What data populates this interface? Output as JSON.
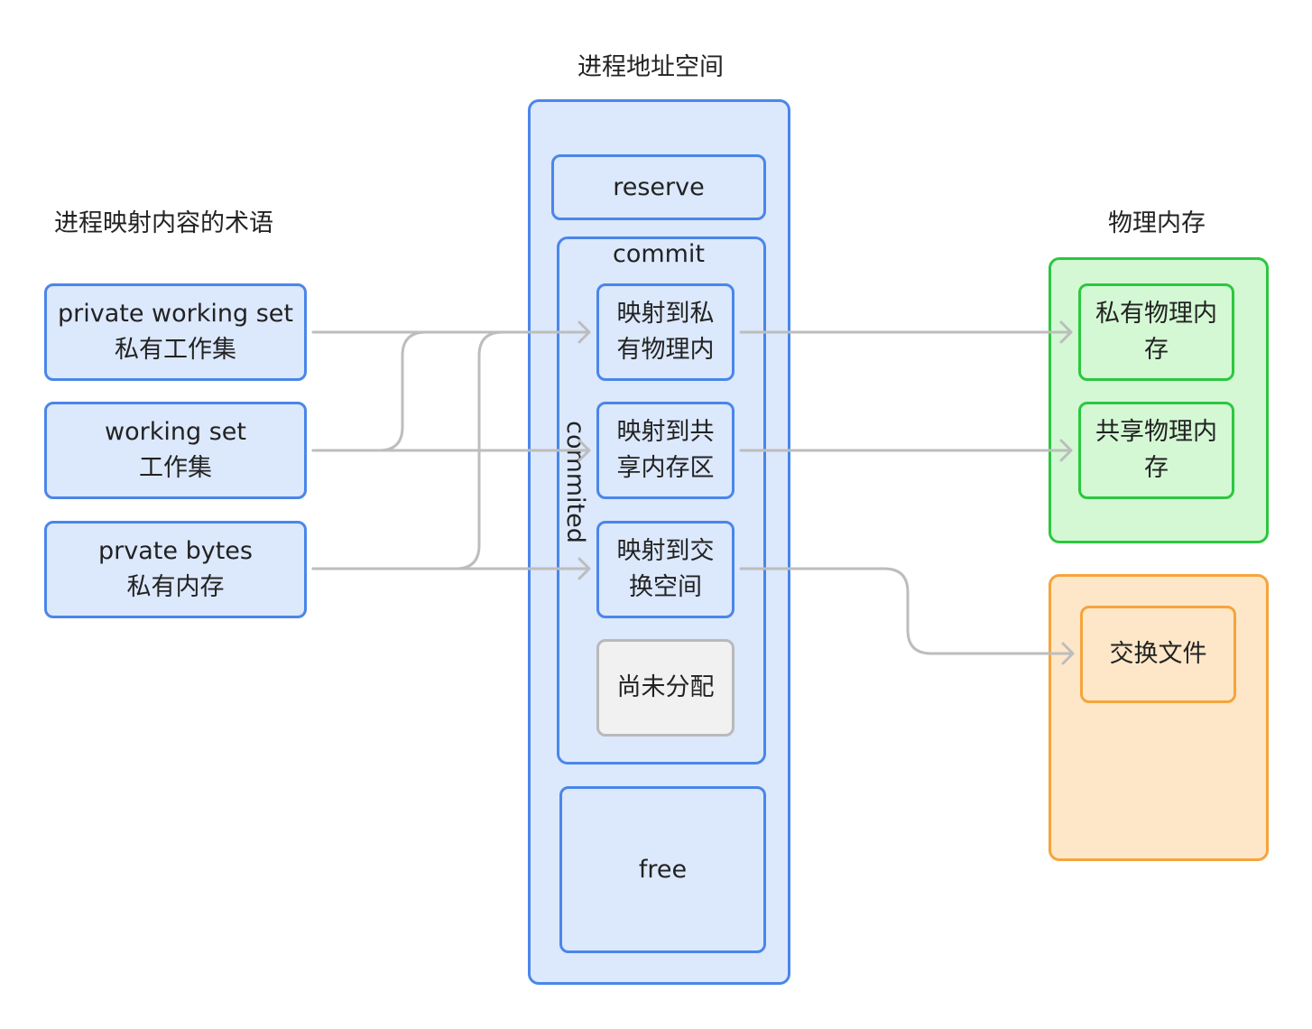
{
  "headings": {
    "address_space": "进程地址空间",
    "terms": "进程映射内容的术语",
    "physical_memory": "物理内存"
  },
  "terms": [
    {
      "en": "private working set",
      "zh": "私有工作集"
    },
    {
      "en": "working set",
      "zh": "工作集"
    },
    {
      "en": "prvate bytes",
      "zh": "私有内存"
    }
  ],
  "address_space": {
    "reserve": "reserve",
    "commit": "commit",
    "commited": "commited",
    "mapped": [
      {
        "line1": "映射到私",
        "line2": "有物理内"
      },
      {
        "line1": "映射到共",
        "line2": "享内存区"
      },
      {
        "line1": "映射到交",
        "line2": "换空间"
      }
    ],
    "unallocated": "尚未分配",
    "free": "free"
  },
  "physical": [
    {
      "line1": "私有物理内",
      "line2": "存"
    },
    {
      "line1": "共享物理内",
      "line2": "存"
    }
  ],
  "swap": {
    "file": "交换文件"
  },
  "colors": {
    "blue_border": "#4a86ea",
    "blue_fill": "#dce8fc",
    "green_border": "#2cc740",
    "green_fill": "#d4f8d4",
    "orange_border": "#f6a43c",
    "orange_fill": "#fde7c8",
    "gray_border": "#b9b9b9",
    "gray_fill": "#f1f1f1",
    "arrow": "#bdbdbd"
  }
}
